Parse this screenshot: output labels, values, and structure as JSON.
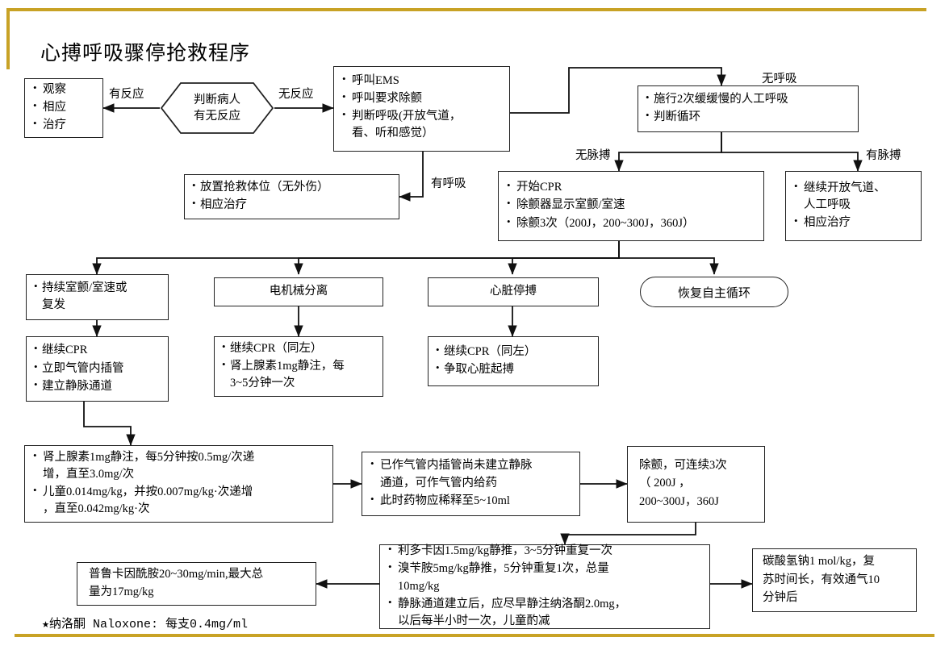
{
  "title": "心搏呼吸骤停抢救程序",
  "footnote": "★纳洛酮 Naloxone: 每支0.4mg/ml",
  "colors": {
    "frame": "#c8a225",
    "stroke": "#222222",
    "background": "#ffffff"
  },
  "nodes": {
    "observe": {
      "lines": [
        "观察",
        "相应",
        "  治疗"
      ]
    },
    "decision": {
      "line1": "判断病人",
      "line2": "有无反应"
    },
    "ems": {
      "lines": [
        "呼叫EMS",
        "呼叫要求除颤",
        "判断呼吸(开放气道，"
      ],
      "cont": "看、听和感觉）"
    },
    "position": {
      "lines": [
        "放置抢救体位（无外伤）",
        "相应治疗"
      ]
    },
    "ventilate": {
      "lines": [
        "施行2次缓缓慢的人工呼吸",
        "判断循环"
      ]
    },
    "cpr": {
      "lines": [
        "开始CPR",
        "除颤器显示室颤/室速",
        "除颤3次（200J，200~300J，360J）"
      ]
    },
    "pulse_yes": {
      "lines": [
        "继续开放气道、",
        "  人工呼吸",
        "相应治疗"
      ]
    },
    "vf": {
      "lines": [
        "持续室颤/室速或",
        "  复发"
      ]
    },
    "emd": {
      "label": "电机械分离"
    },
    "asystole": {
      "label": "心脏停搏"
    },
    "rosc": {
      "label": "恢复自主循环"
    },
    "vf_next": {
      "lines": [
        "继续CPR",
        "立即气管内插管",
        "建立静脉通道"
      ]
    },
    "emd_next": {
      "lines": [
        "继续CPR（同左）",
        "肾上腺素1mg静注，每",
        "3~5分钟一次"
      ]
    },
    "asystole_next": {
      "lines": [
        "继续CPR（同左）",
        "争取心脏起搏"
      ]
    },
    "epinephrine": {
      "lines": [
        "肾上腺素1mg静注，每5分钟按0.5mg/次递",
        "  增，直至3.0mg/次",
        "儿童0.014mg/kg，并按0.007mg/kg·次递增",
        "  ，直至0.042mg/kg·次"
      ]
    },
    "ett_route": {
      "lines": [
        "已作气管内插管尚未建立静脉",
        "  通道，可作气管内给药",
        "此时药物应稀释至5~10ml"
      ]
    },
    "defib3": {
      "lines": [
        "除颤，可连续3次",
        "（      200J      ，",
        "200~300J，360J"
      ]
    },
    "antiarrhythmics": {
      "lines": [
        "利多卡因1.5mg/kg静推，3~5分钟重复一次",
        "溴苄胺5mg/kg静推，5分钟重复1次，总量",
        "  10mg/kg",
        "静脉通道建立后，应尽早静注纳洛酮2.0mg，",
        "  以后每半小时一次，儿童酌减"
      ]
    },
    "procainamide": {
      "lines": [
        "普鲁卡因酰胺20~30mg/min,最大总",
        "量为17mg/kg"
      ]
    },
    "bicarbonate": {
      "lines": [
        "碳酸氢钠1 mol/kg，复",
        "苏时间长，有效通气10",
        "分钟后"
      ]
    }
  },
  "edge_labels": {
    "responsive": "有反应",
    "unresponsive": "无反应",
    "breathing": "有呼吸",
    "no_breathing": "无呼吸",
    "no_pulse": "无脉搏",
    "has_pulse": "有脉搏"
  }
}
